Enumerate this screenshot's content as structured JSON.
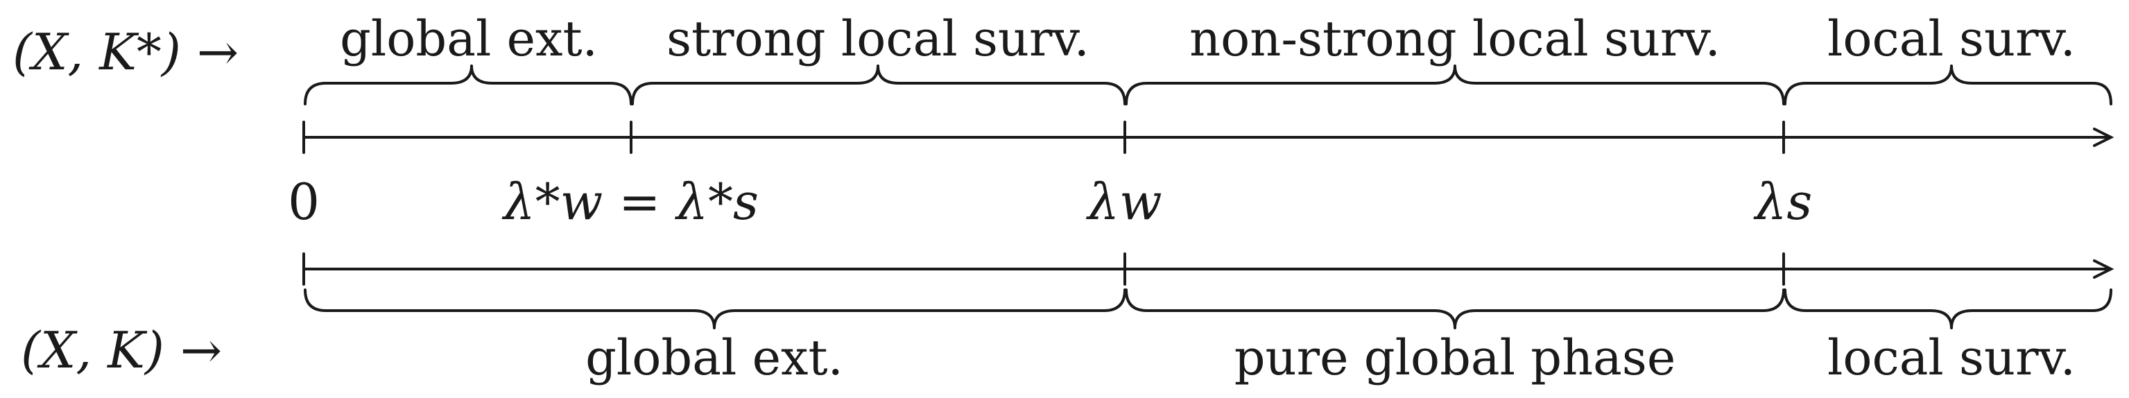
{
  "top_axis": {
    "system_label": "(X, K*) →",
    "points": [
      {
        "id": "zero",
        "label": "0"
      },
      {
        "id": "lambda_star",
        "label": "λ*w = λ*s"
      },
      {
        "id": "lambda_w",
        "label": "λw"
      },
      {
        "id": "lambda_s",
        "label": "λs"
      }
    ],
    "phases": [
      {
        "label": "global ext."
      },
      {
        "label": "strong local surv."
      },
      {
        "label": "non-strong local surv."
      },
      {
        "label": "local surv."
      }
    ]
  },
  "bottom_axis": {
    "system_label": "(X, K) →",
    "phases": [
      {
        "label": "global ext."
      },
      {
        "label": "pure global phase"
      },
      {
        "label": "local surv."
      }
    ]
  }
}
